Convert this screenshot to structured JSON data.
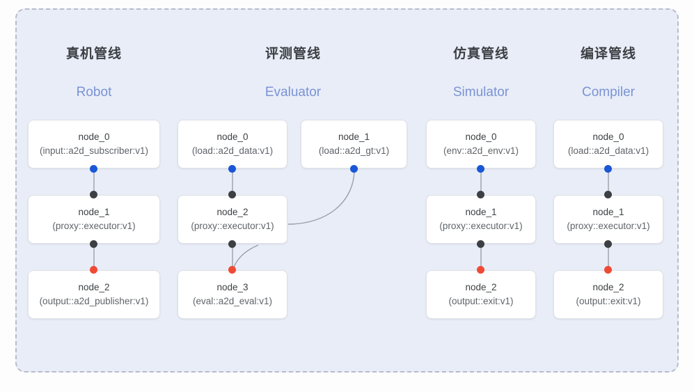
{
  "diagram": {
    "panel_bg": "#e8edf8",
    "panel_border": "#b7bcc6",
    "page_bg": "#fdfdfe",
    "colors": {
      "port_blue": "#1a56d6",
      "port_black": "#3c4043",
      "port_red": "#ef4a35",
      "edge": "#9aa0a6",
      "title_cn": "#3c4043",
      "title_en": "#7b93d4",
      "node_text": "#3c4043",
      "node_subtext": "#5f6368"
    },
    "columns": [
      {
        "id": "robot",
        "title_cn": "真机管线",
        "title_en": "Robot",
        "nodes": [
          {
            "name": "node_0",
            "spec": "(input::a2d_subscriber:v1)"
          },
          {
            "name": "node_1",
            "spec": "(proxy::executor:v1)"
          },
          {
            "name": "node_2",
            "spec": "(output::a2d_publisher:v1)"
          }
        ]
      },
      {
        "id": "evaluator",
        "title_cn": "评测管线",
        "title_en": "Evaluator",
        "nodes": [
          {
            "name": "node_0",
            "spec": "(load::a2d_data:v1)"
          },
          {
            "name": "node_2",
            "spec": "(proxy::executor:v1)"
          },
          {
            "name": "node_3",
            "spec": "(eval::a2d_eval:v1)"
          }
        ],
        "side_nodes": [
          {
            "name": "node_1",
            "spec": "(load::a2d_gt:v1)"
          }
        ]
      },
      {
        "id": "simulator",
        "title_cn": "仿真管线",
        "title_en": "Simulator",
        "nodes": [
          {
            "name": "node_0",
            "spec": "(env::a2d_env:v1)"
          },
          {
            "name": "node_1",
            "spec": "(proxy::executor:v1)"
          },
          {
            "name": "node_2",
            "spec": "(output::exit:v1)"
          }
        ]
      },
      {
        "id": "compiler",
        "title_cn": "编译管线",
        "title_en": "Compiler",
        "nodes": [
          {
            "name": "node_0",
            "spec": "(load::a2d_data:v1)"
          },
          {
            "name": "node_1",
            "spec": "(proxy::executor:v1)"
          },
          {
            "name": "node_2",
            "spec": "(output::exit:v1)"
          }
        ]
      }
    ]
  }
}
